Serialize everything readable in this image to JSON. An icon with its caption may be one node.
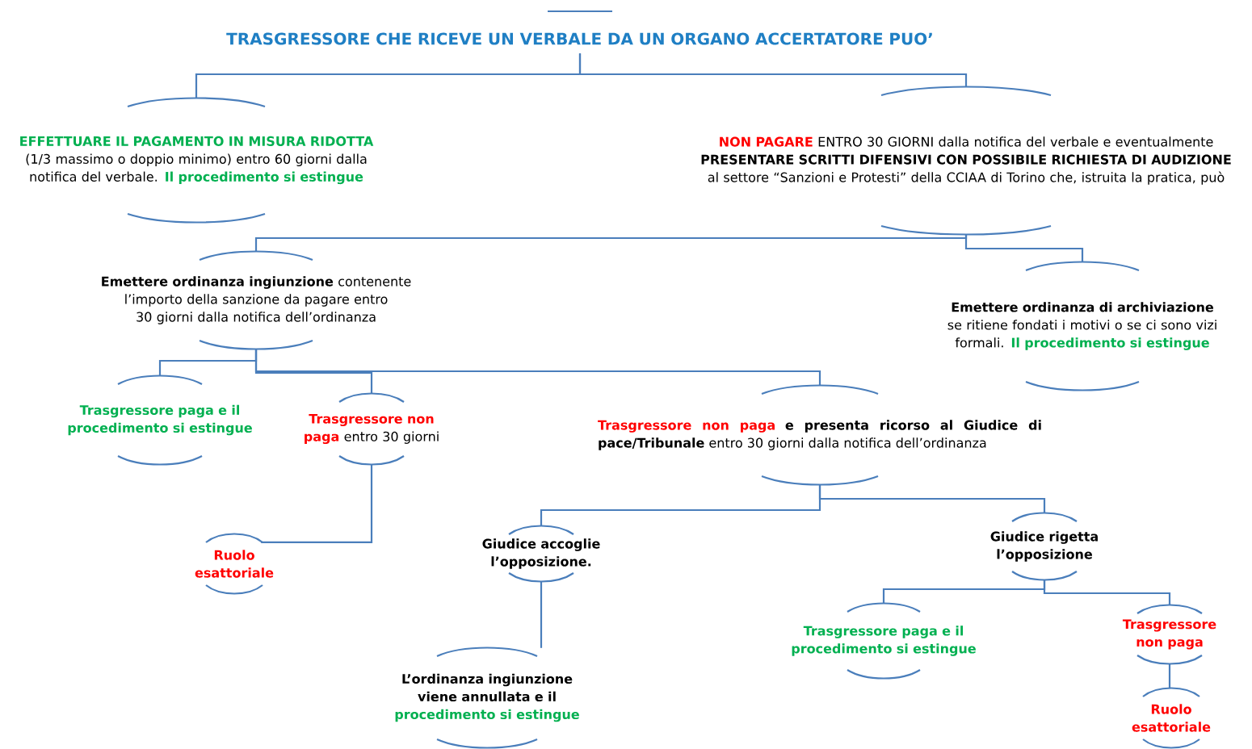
{
  "diagram": {
    "nodes": [
      {
        "text": [
          "**TRASGRESSORE CHE RICEVE UN VERBALE DA UN ORGANO ACCERTATORE PUO’**"
        ]
      },
      {
        "text": [
          "**EFFETTUARE IL PAGAMENTO IN MISURA RIDOTTA**",
          "(1/3 massimo o doppio minimo) entro 60 giorni dalla notifica del verbale.",
          "**Il procedimento si estingue**"
        ]
      },
      {
        "text": [
          "**NON PAGARE**",
          "ENTRO 30 GIORNI dalla notifica del verbale e eventualmente **PRESENTARE SCRITTI DIFENSIVI CON POSSIBILE RICHIESTA DI AUDIZIONE** al settore “Sanzioni e Protesti” della CCIAA di Torino che, istruita la pratica, può"
        ]
      },
      {
        "text": [
          "**Emettere ordinanza ingiunzione** contenente l’importo della sanzione da pagare entro 30 giorni dalla notifica dell’ordinanza"
        ]
      },
      {
        "text": [
          "**Emettere ordinanza di archiviazione** se ritiene fondati i motivi o se ci sono vizi formali.",
          "**Il procedimento si estingue**"
        ]
      },
      {
        "text": [
          "**Trasgressore paga e il procedimento si estingue**"
        ]
      },
      {
        "text": [
          "**Trasgressore non paga**",
          "entro 30 giorni"
        ]
      },
      {
        "text": [
          "**Trasgressore non paga**",
          "**e presenta ricorso al Giudice di pace/Tribunale** entro 30 giorni dalla notifica dell’ordinanza"
        ]
      },
      {
        "text": [
          "**Ruolo esattoriale**"
        ]
      },
      {
        "text": [
          "**Giudice accoglie l’opposizione.**"
        ]
      },
      {
        "text": [
          "**Giudice rigetta l’opposizione**"
        ]
      },
      {
        "text": [
          "**L’ordinanza ingiunzione viene annullata e il**",
          "**procedimento si estingue**"
        ]
      },
      {
        "text": [
          "**Trasgressore paga e il procedimento si estingue**"
        ]
      },
      {
        "text": [
          "**Trasgressore non paga**"
        ]
      },
      {
        "text": [
          "**Ruolo esattoriale**"
        ]
      }
    ],
    "edges": [
      {
        "from": 0,
        "to": 1,
        "arrow": "none"
      },
      {
        "from": 0,
        "to": 2,
        "arrow": "none"
      },
      {
        "from": 2,
        "to": 3,
        "arrow": "none"
      },
      {
        "from": 2,
        "to": 4,
        "arrow": "none"
      },
      {
        "from": 3,
        "to": 5,
        "arrow": "none"
      },
      {
        "from": 3,
        "to": 6,
        "arrow": "none"
      },
      {
        "from": 3,
        "to": 7,
        "arrow": "none"
      },
      {
        "from": 6,
        "to": 8,
        "arrow": "none"
      },
      {
        "from": 7,
        "to": 9,
        "arrow": "none"
      },
      {
        "from": 7,
        "to": 10,
        "arrow": "none"
      },
      {
        "from": 9,
        "to": 11,
        "arrow": "none"
      },
      {
        "from": 10,
        "to": 12,
        "arrow": "none"
      },
      {
        "from": 10,
        "to": 13,
        "arrow": "none"
      },
      {
        "from": 13,
        "to": 14,
        "arrow": "none"
      }
    ]
  }
}
